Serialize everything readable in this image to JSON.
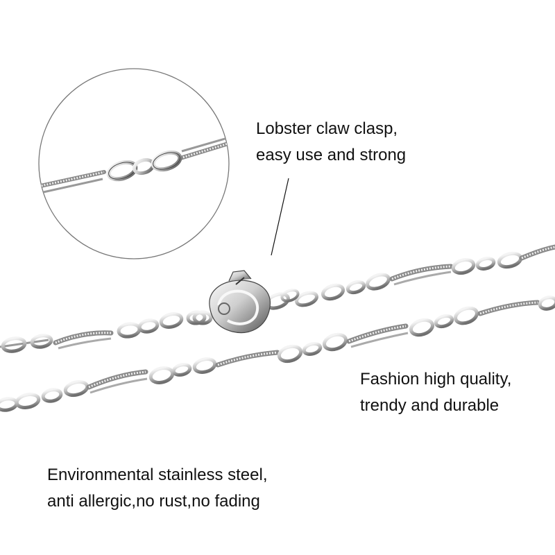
{
  "captions": {
    "clasp": {
      "line1": "Lobster claw clasp,",
      "line2": "easy use and strong"
    },
    "quality": {
      "line1": "Fashion high quality,",
      "line2": "trendy and durable"
    },
    "material": {
      "line1": "Environmental stainless steel,",
      "line2": "anti allergic,no rust,no fading"
    }
  },
  "colors": {
    "background": "#ffffff",
    "text": "#111111",
    "metal_light": "#f2f2f2",
    "metal_mid": "#b8b8b8",
    "metal_dark": "#555555",
    "zoom_circle": "#777777"
  }
}
